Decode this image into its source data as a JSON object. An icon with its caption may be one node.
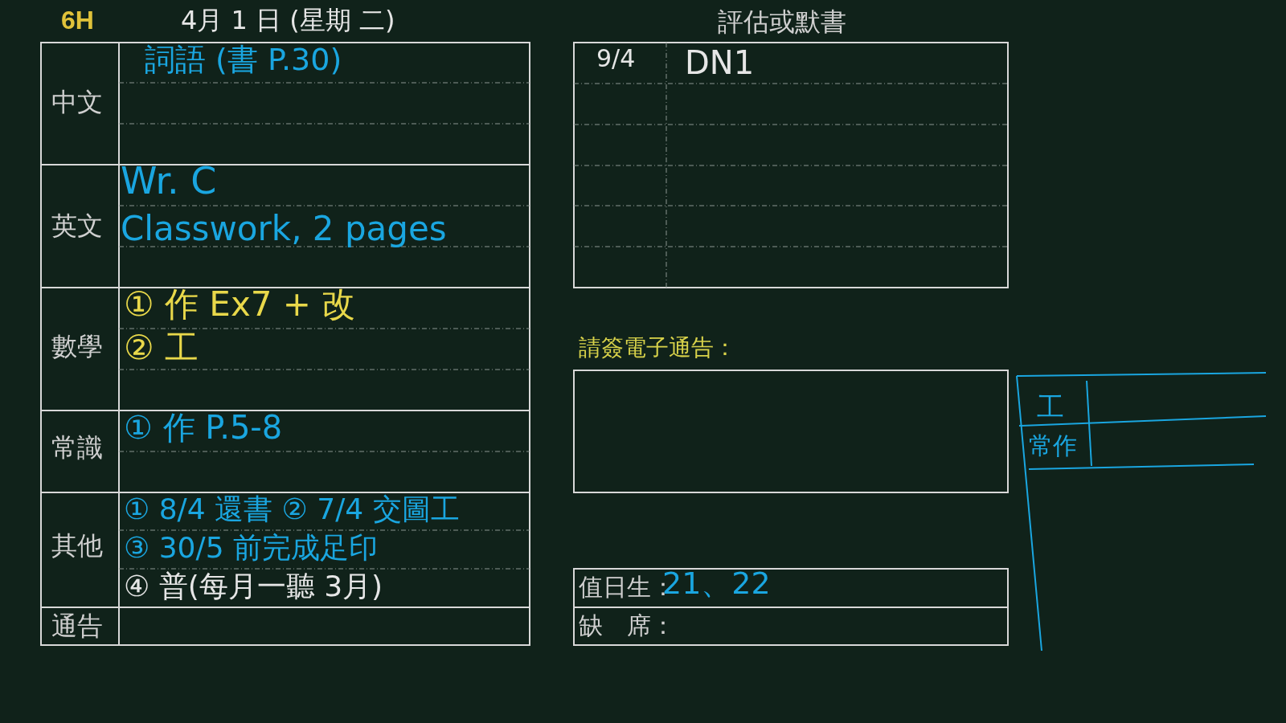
{
  "diagram": {
    "nodes": [
      {
        "text": [],
        "shape": "box"
      }
    ],
    "labels": [
      "6H",
      "4月 1 日 (星期 二)",
      "評估或默書",
      "中文",
      "詞語 (書 P.30)",
      "英文",
      "Wr. C",
      "Classwork, 2 pages",
      "數學",
      "① 作 Ex7 + 改",
      "② 工",
      "常識",
      "① 作 P.5-8",
      "其他",
      "① 8/4 還書 ② 7/4 交圖工",
      "③ 30/5 前完成足印",
      "④ 普(每月一聽 3月)",
      "通告",
      "9/4",
      "DN1",
      "請簽電子通告：",
      "值日生：",
      "21、22",
      "缺　席：",
      "工",
      "常作"
    ]
  }
}
